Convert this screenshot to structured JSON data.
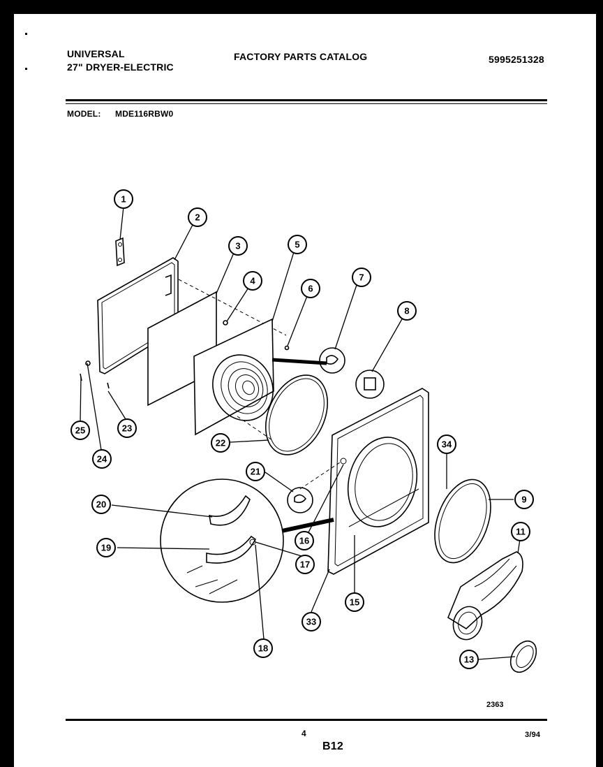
{
  "header": {
    "brand": "UNIVERSAL",
    "product": "27\" DRYER-ELECTRIC",
    "catalog_title": "FACTORY PARTS CATALOG",
    "catalog_number": "5995251328",
    "model_label": "MODEL:",
    "model_number": "MDE116RBW0"
  },
  "diagram": {
    "callouts": [
      "1",
      "2",
      "3",
      "4",
      "5",
      "6",
      "7",
      "8",
      "9",
      "11",
      "13",
      "15",
      "16",
      "17",
      "18",
      "19",
      "20",
      "21",
      "22",
      "23",
      "24",
      "25",
      "33",
      "34"
    ],
    "drawing_number": "2363"
  },
  "footer": {
    "page_number": "4",
    "section_code": "B12",
    "date": "3/94"
  }
}
